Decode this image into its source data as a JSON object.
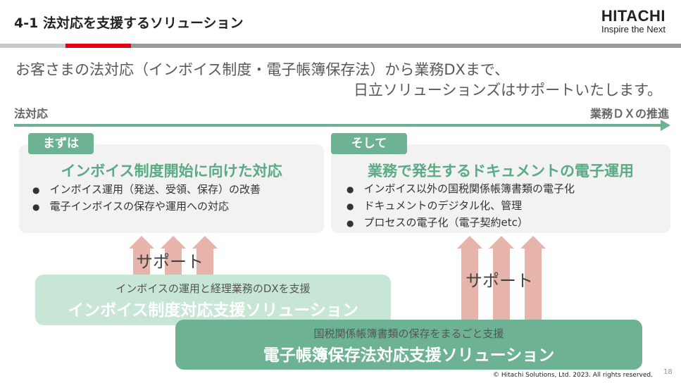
{
  "header": {
    "title": "4-1  法対応を支援するソリューション",
    "logo_brand": "HITACHI",
    "logo_tagline": "Inspire the Next"
  },
  "intro": {
    "line1": "お客さまの法対応（インボイス制度・電子帳簿保存法）から業務DXまで、",
    "line2": "日立ソリューションズはサポートいたします。"
  },
  "axis": {
    "start": "法対応",
    "end": "業務ＤＸの推進"
  },
  "left_panel": {
    "tab": "まずは",
    "title": "インボイス制度開始に向けた対応",
    "bullets": [
      "インボイス運用（発送、受領、保存）の改善",
      "電子インボイスの保存や運用への対応"
    ]
  },
  "right_panel": {
    "tab": "そして",
    "title": "業務で発生するドキュメントの電子運用",
    "bullets": [
      "インボイス以外の国税関係帳簿書類の電子化",
      "ドキュメントのデジタル化、管理",
      "プロセスの電子化（電子契約etc）"
    ]
  },
  "support_label": "サポート",
  "solutions": [
    {
      "subtitle": "インボイスの運用と経理業務のDXを支援",
      "title": "インボイス制度対応支援ソリューション"
    },
    {
      "subtitle": "国税関係帳簿書類の保存をまるごと支援",
      "title": "電子帳簿保存法対応支援ソリューション"
    }
  ],
  "colors": {
    "green": "#6db393",
    "light_green": "#c8e6d6",
    "red": "#e60012",
    "arrow": "#e6b4aa"
  },
  "footer": {
    "copyright": "© Hitachi Solutions, Ltd. 2023. All rights reserved.",
    "page": "18"
  }
}
